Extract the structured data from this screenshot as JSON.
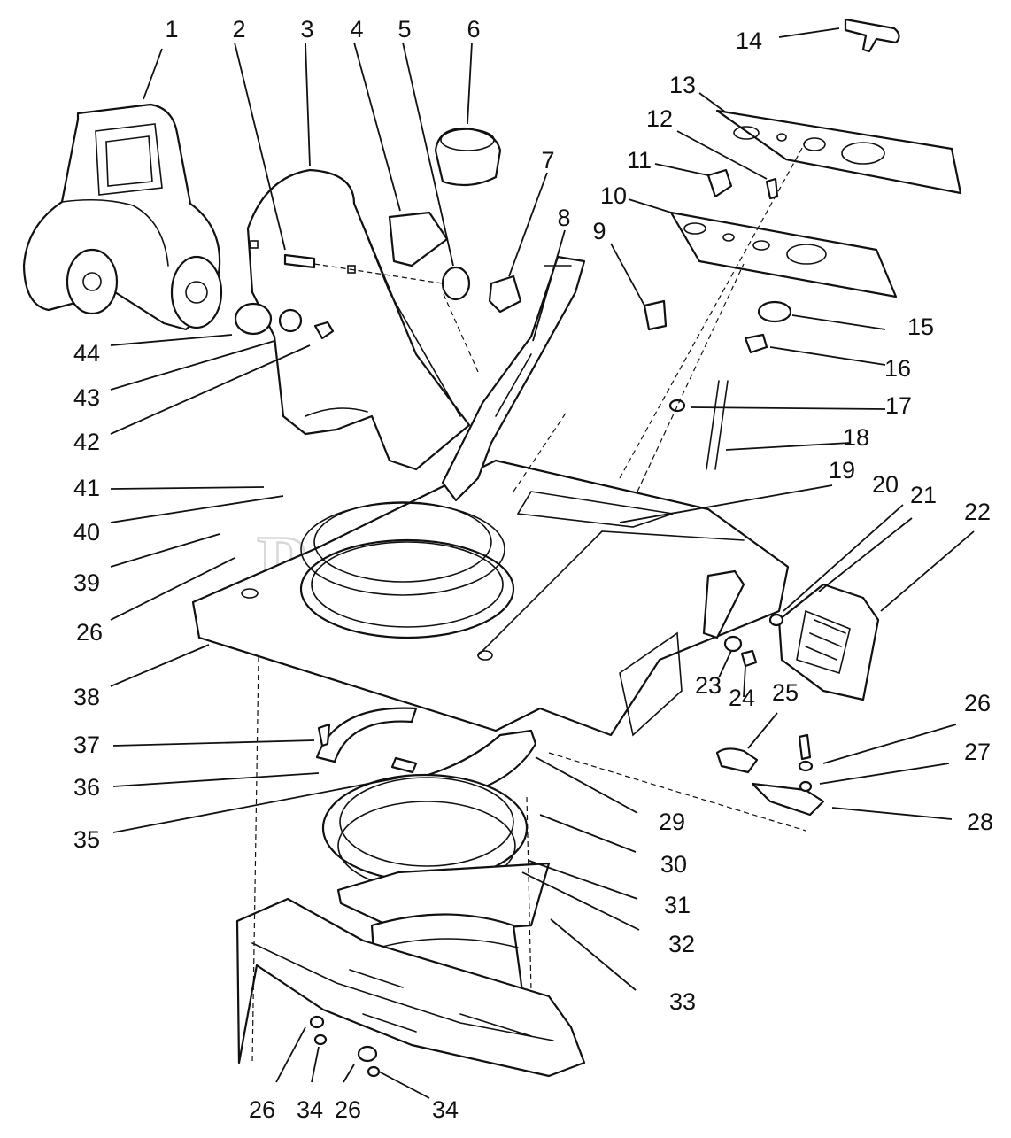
{
  "watermark": "PartsTree",
  "callouts": [
    {
      "id": "c1",
      "text": "1"
    },
    {
      "id": "c2",
      "text": "2"
    },
    {
      "id": "c3",
      "text": "3"
    },
    {
      "id": "c4",
      "text": "4"
    },
    {
      "id": "c5",
      "text": "5"
    },
    {
      "id": "c6",
      "text": "6"
    },
    {
      "id": "c7",
      "text": "7"
    },
    {
      "id": "c8",
      "text": "8"
    },
    {
      "id": "c9",
      "text": "9"
    },
    {
      "id": "c10",
      "text": "10"
    },
    {
      "id": "c11",
      "text": "11"
    },
    {
      "id": "c12",
      "text": "12"
    },
    {
      "id": "c13",
      "text": "13"
    },
    {
      "id": "c14",
      "text": "14"
    },
    {
      "id": "c15",
      "text": "15"
    },
    {
      "id": "c16",
      "text": "16"
    },
    {
      "id": "c17",
      "text": "17"
    },
    {
      "id": "c18",
      "text": "18"
    },
    {
      "id": "c19",
      "text": "19"
    },
    {
      "id": "c20",
      "text": "20"
    },
    {
      "id": "c21",
      "text": "21"
    },
    {
      "id": "c22",
      "text": "22"
    },
    {
      "id": "c23",
      "text": "23"
    },
    {
      "id": "c24",
      "text": "24"
    },
    {
      "id": "c25",
      "text": "25"
    },
    {
      "id": "c26a",
      "text": "26"
    },
    {
      "id": "c26b",
      "text": "26"
    },
    {
      "id": "c26c",
      "text": "26"
    },
    {
      "id": "c26d",
      "text": "26"
    },
    {
      "id": "c27",
      "text": "27"
    },
    {
      "id": "c28",
      "text": "28"
    },
    {
      "id": "c29",
      "text": "29"
    },
    {
      "id": "c30",
      "text": "30"
    },
    {
      "id": "c31",
      "text": "31"
    },
    {
      "id": "c32",
      "text": "32"
    },
    {
      "id": "c33",
      "text": "33"
    },
    {
      "id": "c34a",
      "text": "34"
    },
    {
      "id": "c34b",
      "text": "34"
    },
    {
      "id": "c35",
      "text": "35"
    },
    {
      "id": "c36",
      "text": "36"
    },
    {
      "id": "c37",
      "text": "37"
    },
    {
      "id": "c38",
      "text": "38"
    },
    {
      "id": "c39",
      "text": "39"
    },
    {
      "id": "c40",
      "text": "40"
    },
    {
      "id": "c41",
      "text": "41"
    },
    {
      "id": "c42",
      "text": "42"
    },
    {
      "id": "c43",
      "text": "43"
    },
    {
      "id": "c44",
      "text": "44"
    }
  ]
}
